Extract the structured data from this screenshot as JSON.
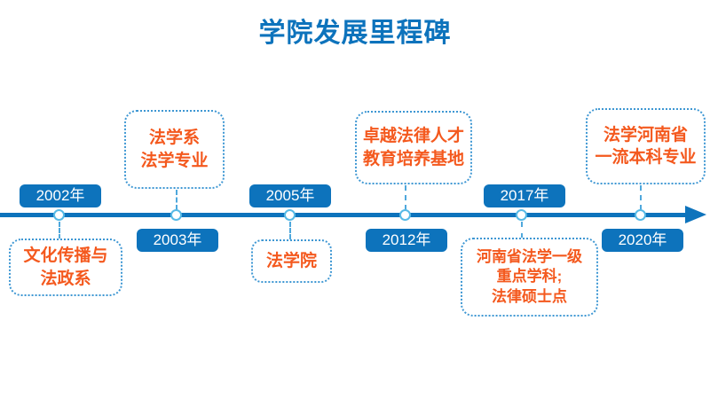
{
  "page_title": "学院发展里程碑",
  "colors": {
    "primary_blue": "#0d73bc",
    "node_ring_blue": "#57bae6",
    "connector_blue": "#4fa8dc",
    "callout_border_blue": "#3e97d3",
    "callout_text_orange": "#f4591e",
    "background": "#ffffff"
  },
  "timeline": {
    "direction": "left-to-right",
    "milestones": [
      {
        "year": "2002年",
        "year_label_position": "above",
        "callout_position": "below",
        "callout_lines": [
          "文化传播与",
          "法政系"
        ]
      },
      {
        "year": "2003年",
        "year_label_position": "below",
        "callout_position": "above",
        "callout_lines": [
          "法学系",
          "法学专业"
        ]
      },
      {
        "year": "2005年",
        "year_label_position": "above",
        "callout_position": "below",
        "callout_lines": [
          "法学院"
        ]
      },
      {
        "year": "2012年",
        "year_label_position": "below",
        "callout_position": "above",
        "callout_lines": [
          "卓越法律人才",
          "教育培养基地"
        ]
      },
      {
        "year": "2017年",
        "year_label_position": "above",
        "callout_position": "below",
        "callout_lines": [
          "河南省法学一级",
          "重点学科;",
          "法律硕士点"
        ]
      },
      {
        "year": "2020年",
        "year_label_position": "below",
        "callout_position": "above",
        "callout_lines": [
          "法学河南省",
          "一流本科专业"
        ]
      }
    ]
  }
}
